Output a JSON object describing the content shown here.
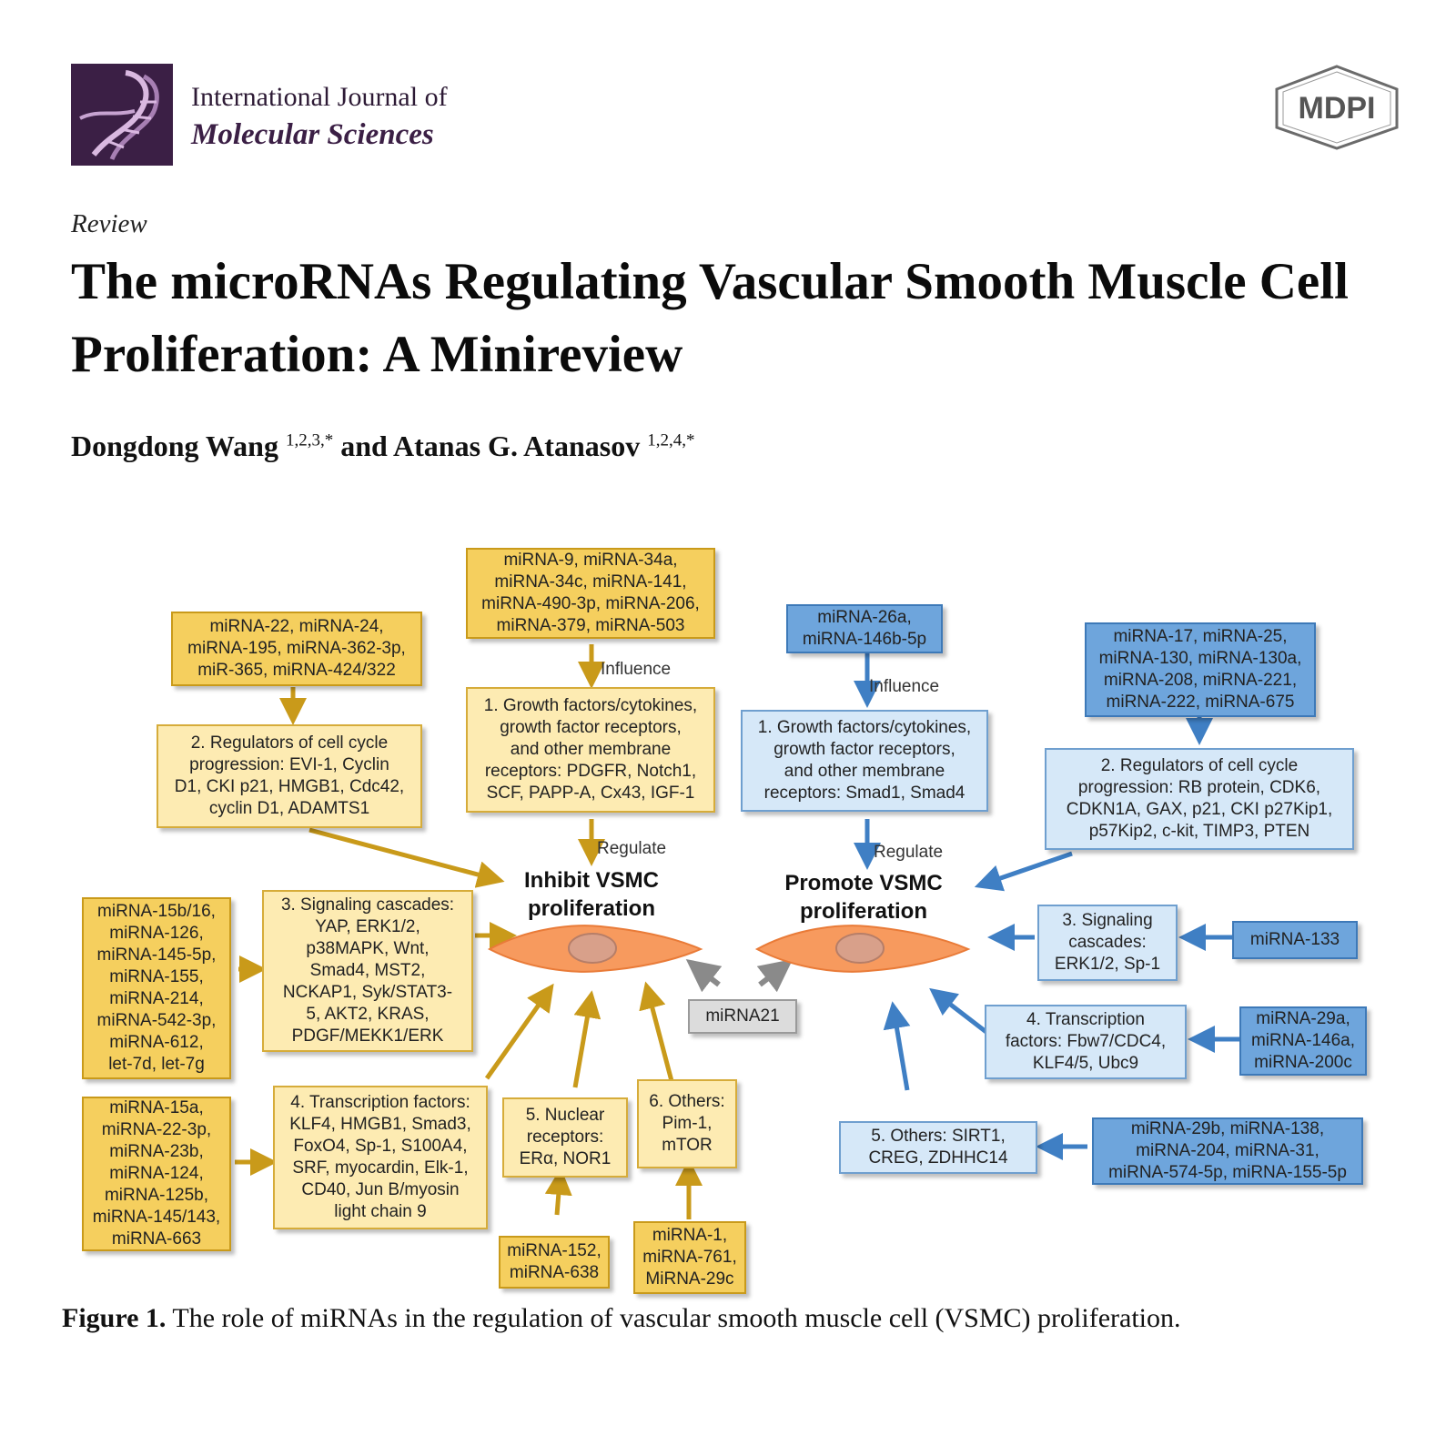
{
  "header": {
    "journal_line1": "International Journal of",
    "journal_line2": "Molecular Sciences",
    "publisher": "MDPI",
    "logo_icon": "dna-helix-icon"
  },
  "article": {
    "type": "Review",
    "title": "The microRNAs Regulating Vascular Smooth Muscle Cell Proliferation: A Minireview",
    "author1": "Dongdong Wang",
    "author1_aff": "1,2,3,*",
    "author_join": "and",
    "author2": "Atanas G. Atanasov",
    "author2_aff": "1,2,4,*"
  },
  "figure": {
    "inhibit_label_1": "Inhibit VSMC",
    "inhibit_label_2": "proliferation",
    "promote_label_1": "Promote VSMC",
    "promote_label_2": "proliferation",
    "arrow_labels": {
      "left_influence": "Influence",
      "left_regulate": "Regulate",
      "right_influence": "Influence",
      "right_regulate": "Regulate"
    },
    "center_mirna": "miRNA21",
    "left_boxes": {
      "top_mirna": [
        "miRNA-9, miRNA-34a,",
        "miRNA-34c, miRNA-141,",
        "miRNA-490-3p, miRNA-206,",
        "miRNA-379, miRNA-503"
      ],
      "growth": [
        "1. Growth factors/cytokines,",
        "growth factor receptors,",
        "and other membrane",
        "receptors: PDGFR, Notch1,",
        "SCF, PAPP-A, Cx43, IGF-1"
      ],
      "cc_mirna": [
        "miRNA-22, miRNA-24,",
        "miRNA-195, miRNA-362-3p,",
        "miR-365, miRNA-424/322"
      ],
      "cell_cycle": [
        "2. Regulators of cell cycle",
        "progression: EVI-1, Cyclin",
        "D1, CKI p21, HMGB1, Cdc42,",
        "cyclin D1, ADAMTS1"
      ],
      "sig_mirna": [
        "miRNA-15b/16,",
        "miRNA-126,",
        "miRNA-145-5p,",
        "miRNA-155,",
        "miRNA-214,",
        "miRNA-542-3p,",
        "miRNA-612,",
        "let-7d, let-7g"
      ],
      "signaling": [
        "3. Signaling cascades:",
        "YAP, ERK1/2,",
        "p38MAPK, Wnt,",
        "Smad4, MST2,",
        "NCKAP1, Syk/STAT3-",
        "5, AKT2, KRAS,",
        "PDGF/MEKK1/ERK"
      ],
      "tf_mirna": [
        "miRNA-15a,",
        "miRNA-22-3p,",
        "miRNA-23b,",
        "miRNA-124,",
        "miRNA-125b,",
        "miRNA-145/143,",
        "miRNA-663"
      ],
      "tf": [
        "4. Transcription factors:",
        "KLF4, HMGB1, Smad3,",
        "FoxO4, Sp-1, S100A4,",
        "SRF, myocardin, Elk-1,",
        "CD40, Jun B/myosin",
        "light chain 9"
      ],
      "nuclear": [
        "5. Nuclear",
        "receptors:",
        "ERα, NOR1"
      ],
      "nuclear_mirna": [
        "miRNA-152,",
        "miRNA-638"
      ],
      "others": [
        "6. Others:",
        "Pim-1,",
        "mTOR"
      ],
      "others_mirna": [
        "miRNA-1,",
        "miRNA-761,",
        "MiRNA-29c"
      ]
    },
    "right_boxes": {
      "top_mirna": [
        "miRNA-26a,",
        "miRNA-146b-5p"
      ],
      "growth": [
        "1. Growth factors/cytokines,",
        "growth factor receptors,",
        "and other membrane",
        "receptors: Smad1, Smad4"
      ],
      "cc_mirna": [
        "miRNA-17, miRNA-25,",
        "miRNA-130, miRNA-130a,",
        "miRNA-208, miRNA-221,",
        "miRNA-222, miRNA-675"
      ],
      "cell_cycle": [
        "2. Regulators of cell cycle",
        "progression: RB protein, CDK6,",
        "CDKN1A, GAX, p21, CKI p27Kip1,",
        "p57Kip2, c-kit, TIMP3, PTEN"
      ],
      "signaling": [
        "3. Signaling",
        "cascades:",
        "ERK1/2, Sp-1"
      ],
      "sig_mirna": [
        "miRNA-133"
      ],
      "tf": [
        "4. Transcription",
        "factors: Fbw7/CDC4,",
        "KLF4/5, Ubc9"
      ],
      "tf_mirna": [
        "miRNA-29a,",
        "miRNA-146a,",
        "miRNA-200c"
      ],
      "others": [
        "5. Others: SIRT1,",
        "CREG, ZDHHC14"
      ],
      "others_mirna": [
        "miRNA-29b, miRNA-138,",
        "miRNA-204, miRNA-31,",
        "miRNA-574-5p, miRNA-155-5p"
      ]
    },
    "colors": {
      "inhibit_arrow": "#c99a1a",
      "promote_arrow": "#3f7fc4",
      "cell_fill": "#f79a5e",
      "nucleus_fill": "#d8a08a"
    }
  },
  "caption": {
    "label": "Figure 1.",
    "text": "The role of miRNAs in the regulation of vascular smooth muscle cell (VSMC) proliferation."
  }
}
